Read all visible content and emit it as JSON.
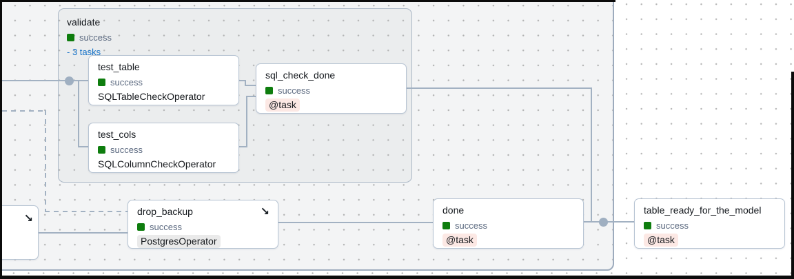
{
  "icons": {
    "teardown_arrow": "↘"
  },
  "colors": {
    "success_green": "#0e7d0e",
    "status_text": "#5c6a80",
    "link_blue": "#0f6ec6",
    "edge": "#a2b1c2",
    "cluster_fill": "#f3f4f5",
    "group_fill": "#ebedee",
    "task_chip_bg": "#fce8e4",
    "operator_chip_bg": "#eaeaea"
  },
  "group": {
    "title": "validate",
    "status": "success",
    "tasks_link": "- 3 tasks"
  },
  "nodes": {
    "test_table": {
      "title": "test_table",
      "status": "success",
      "operator": "SQLTableCheckOperator"
    },
    "test_cols": {
      "title": "test_cols",
      "status": "success",
      "operator": "SQLColumnCheckOperator"
    },
    "sql_check_done": {
      "title": "sql_check_done",
      "status": "success",
      "operator": "@task"
    },
    "drop_backup": {
      "title": "drop_backup",
      "status": "success",
      "operator": "PostgresOperator"
    },
    "done": {
      "title": "done",
      "status": "success",
      "operator": "@task"
    },
    "table_ready_for_the_model": {
      "title": "table_ready_for_the_model",
      "status": "success",
      "operator": "@task"
    }
  }
}
